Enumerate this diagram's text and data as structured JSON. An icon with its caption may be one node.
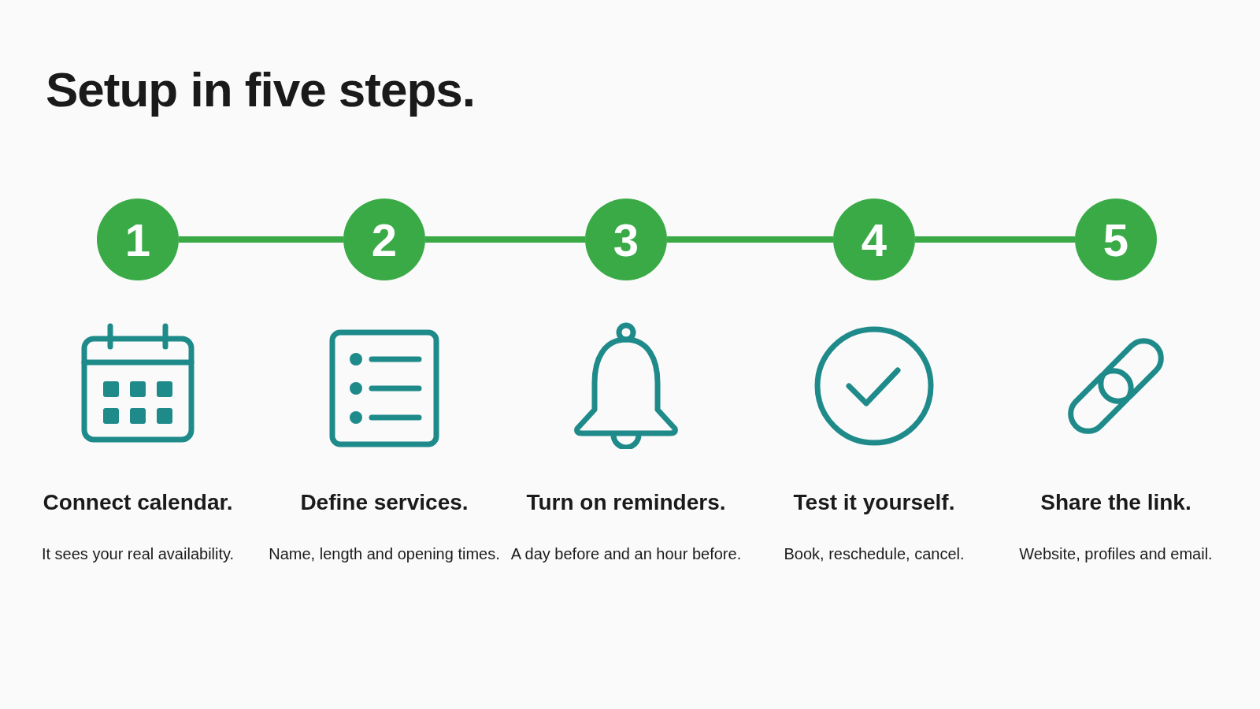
{
  "diagram": {
    "title": "Setup in five steps.",
    "nodes": [
      {
        "text": [
          "1"
        ],
        "beside": [
          "Connect calendar.",
          "It sees your real availability."
        ]
      },
      {
        "text": [
          "2"
        ],
        "beside": [
          "Define services.",
          "Name, length and opening times."
        ]
      },
      {
        "text": [
          "3"
        ],
        "beside": [
          "Turn on reminders.",
          "A day before and an hour before."
        ]
      },
      {
        "text": [
          "4"
        ],
        "beside": [
          "Test it yourself.",
          "Book, reschedule, cancel."
        ]
      },
      {
        "text": [
          "5"
        ],
        "beside": [
          "Share the link.",
          "Website, profiles and email."
        ]
      }
    ],
    "edges": [
      {
        "from": 0,
        "to": 1,
        "arrow": "none"
      },
      {
        "from": 1,
        "to": 2,
        "arrow": "none"
      },
      {
        "from": 2,
        "to": 3,
        "arrow": "none"
      },
      {
        "from": 3,
        "to": 4,
        "arrow": "none"
      }
    ]
  }
}
